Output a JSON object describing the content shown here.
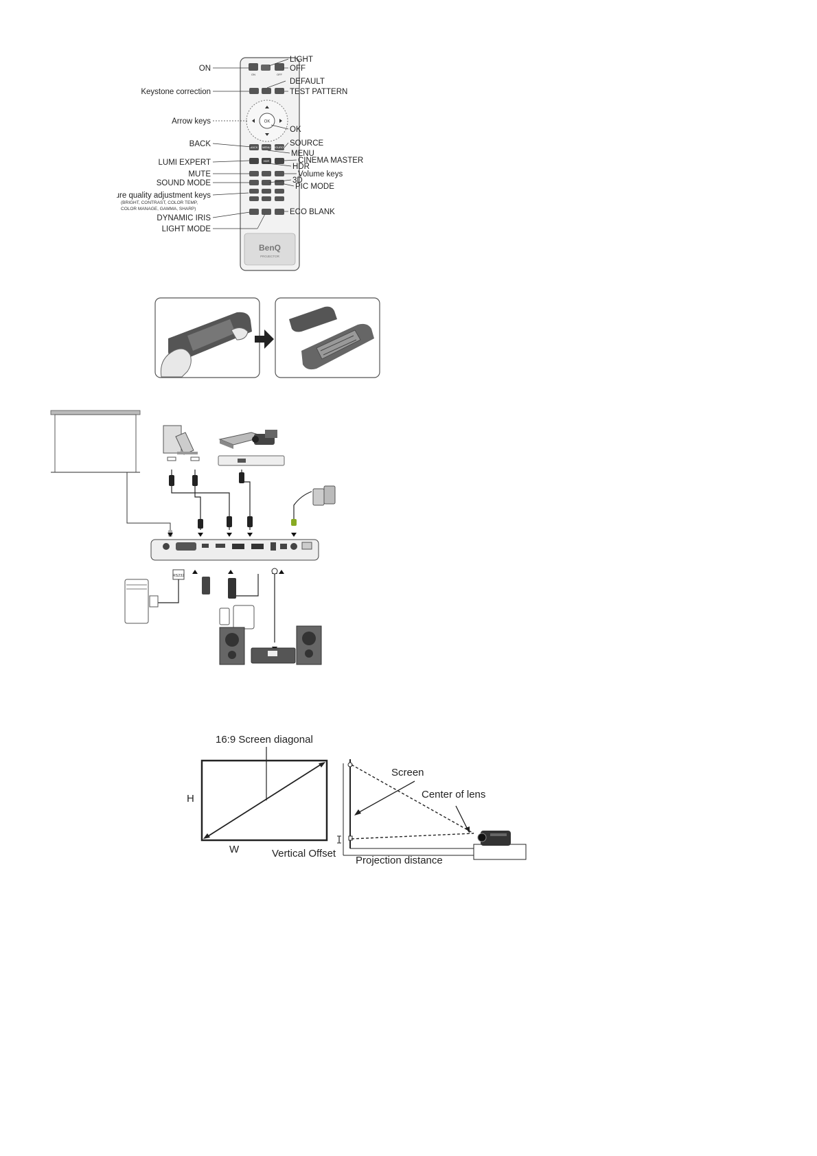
{
  "remote": {
    "labels_left": {
      "on": "ON",
      "keystone": "Keystone correction",
      "arrow": "Arrow keys",
      "back": "BACK",
      "lumi": "LUMI EXPERT",
      "mute": "MUTE",
      "sound": "SOUND MODE",
      "picq": "Picture quality adjustment keys",
      "picq_sub1": "(BRIGHT, CONTRAST, COLOR TEMP,",
      "picq_sub2": "COLOR MANAGE, GAMMA, SHARP)",
      "iris": "DYNAMIC IRIS",
      "lightmode": "LIGHT MODE"
    },
    "labels_right": {
      "light": "LIGHT",
      "off": "OFF",
      "default": "DEFAULT",
      "test": "TEST PATTERN",
      "ok": "OK",
      "source": "SOURCE",
      "menu": "MENU",
      "cinema": "CINEMA MASTER",
      "hdr": "HDR",
      "volume": "Volume keys",
      "threed": "3D",
      "picmode": "PIC MODE",
      "eco": "ECO BLANK"
    },
    "button_text": {
      "on": "ON",
      "off": "OFF",
      "ok": "OK",
      "back": "BACK",
      "menu": "MENU",
      "source": "SOURCE",
      "hdr": "HDR"
    },
    "brand": "BenQ",
    "brand_sub": "PROJECTOR"
  },
  "connection": {
    "rs232_label": "RS232"
  },
  "projection": {
    "screen_diagonal": "16:9 Screen diagonal",
    "screen": "Screen",
    "center_of_lens": "Center of lens",
    "h": "H",
    "w": "W",
    "vertical_offset": "Vertical Offset",
    "projection_distance": "Projection distance"
  }
}
